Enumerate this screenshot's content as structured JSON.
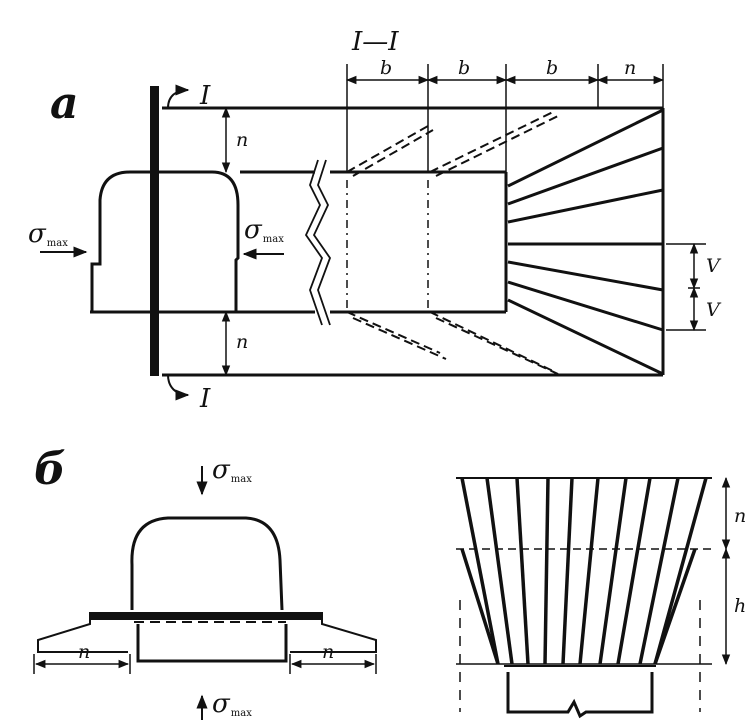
{
  "figure": {
    "panel_a_label": "a",
    "panel_b_label": "б",
    "section_title": "I—I",
    "section_mark_top": "I",
    "section_mark_bottom": "I",
    "dim_b": "b",
    "dim_n": "n",
    "dim_v": "V",
    "dim_h": "h",
    "sigma_symbol": "σ",
    "sigma_subscript": "max"
  },
  "colors": {
    "ink": "#111111",
    "paper": "#ffffff"
  }
}
